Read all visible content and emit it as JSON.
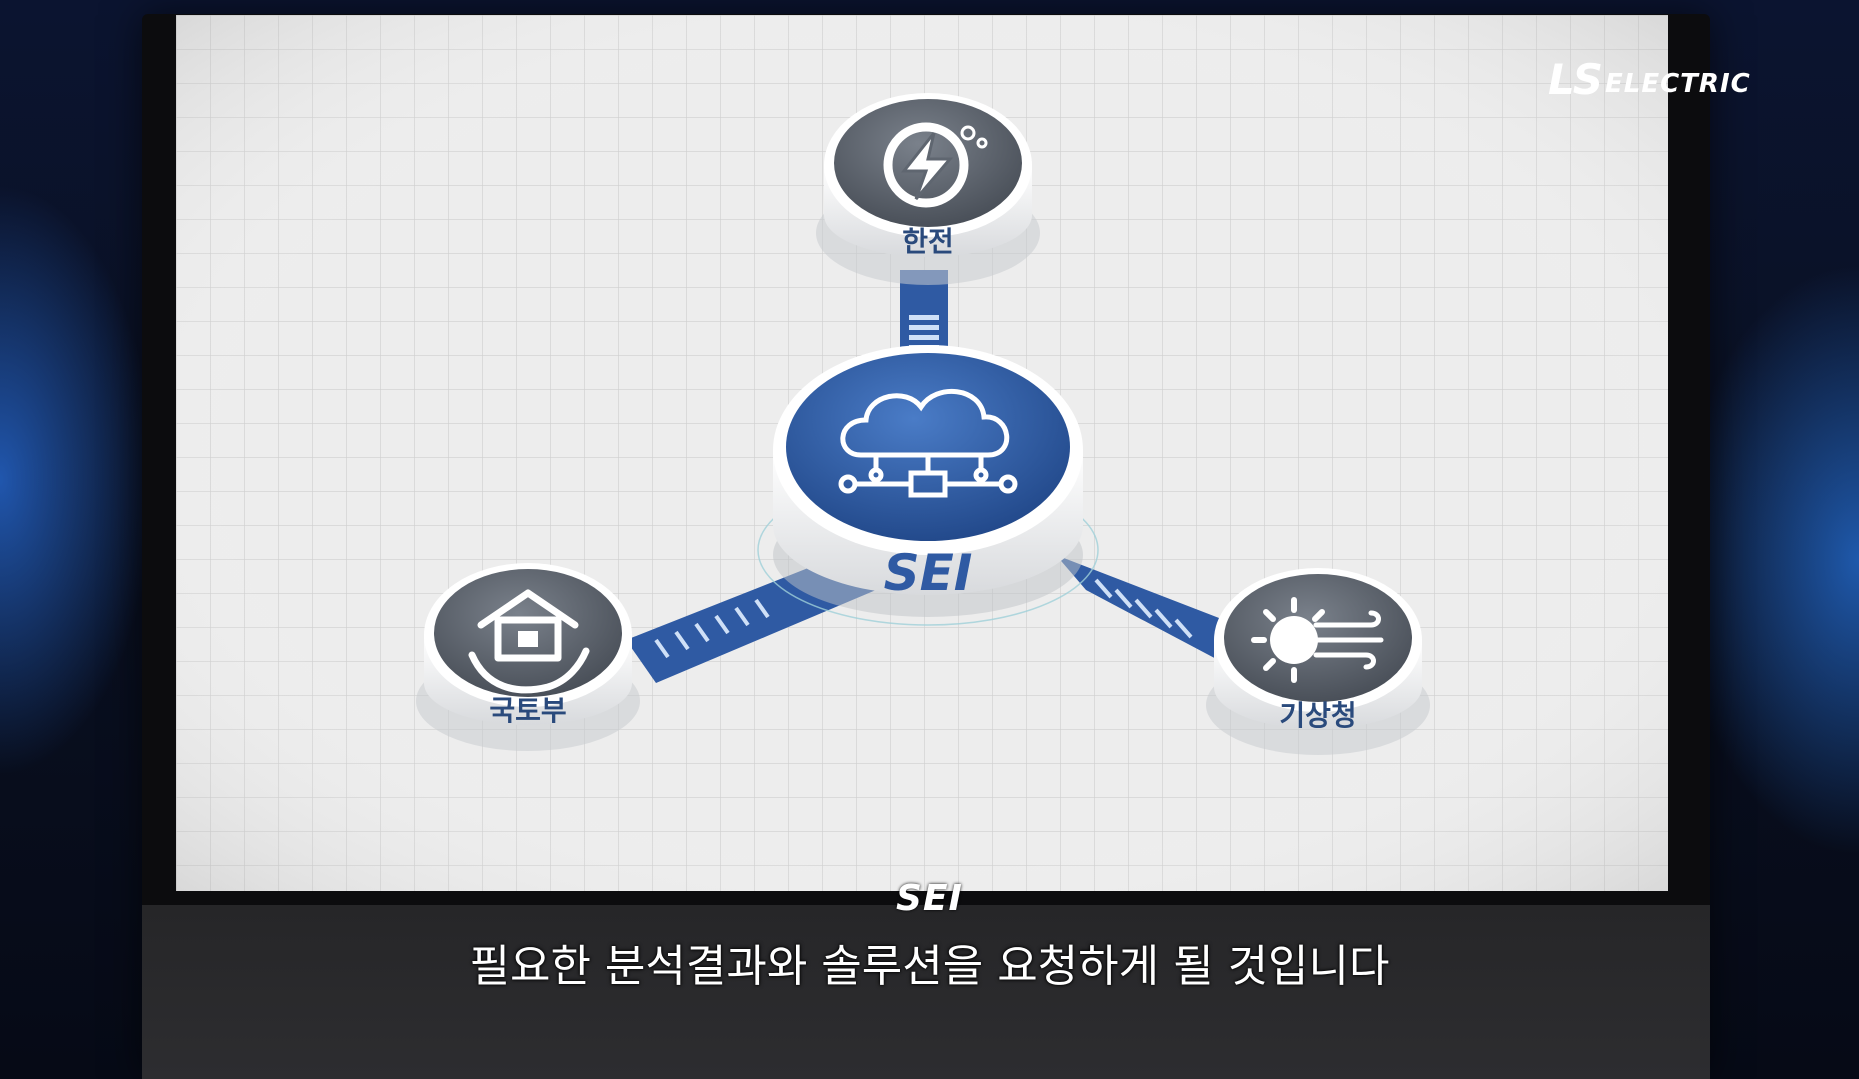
{
  "brand": {
    "logo_ls": "LS",
    "logo_electric": "ELECTRIC"
  },
  "diagram": {
    "center": {
      "label": "SEI",
      "icon": "cloud-network-icon"
    },
    "nodes": [
      {
        "id": "kepco",
        "label": "한전",
        "icon": "lightning-icon"
      },
      {
        "id": "molit",
        "label": "국토부",
        "icon": "house-hand-icon"
      },
      {
        "id": "kma",
        "label": "기상청",
        "icon": "sun-wind-icon"
      }
    ],
    "colors": {
      "primary": "#2f5aa3",
      "node_gray": "#5f6670",
      "label": "#2a4a7c"
    }
  },
  "caption": {
    "speaker": "SEI",
    "text": "필요한 분석결과와 솔루션을 요청하게 될 것입니다"
  }
}
